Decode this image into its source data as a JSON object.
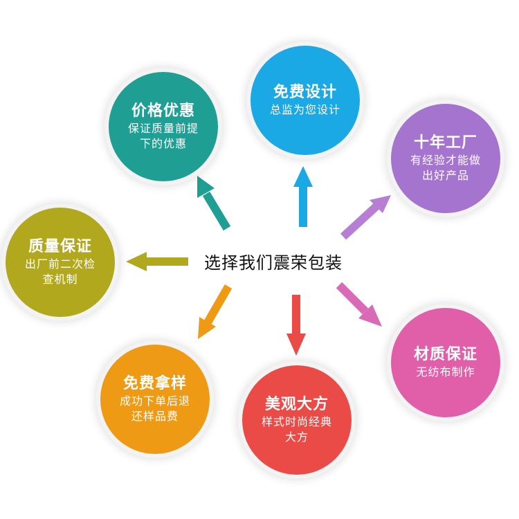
{
  "center": {
    "label": "选择我们震荣包装"
  },
  "bubbles": [
    {
      "key": "design",
      "title": "免费设计",
      "sub": "总监为您设计",
      "color": "#1ba9e6"
    },
    {
      "key": "price",
      "title": "价格优惠",
      "sub": "保证质量前提下的优惠",
      "color": "#1f9e94"
    },
    {
      "key": "factory",
      "title": "十年工厂",
      "sub": "有经验才能做出好产品",
      "color": "#a574cf"
    },
    {
      "key": "quality",
      "title": "质量保证",
      "sub": "出厂前二次检查机制",
      "color": "#b2a81d"
    },
    {
      "key": "material",
      "title": "材质保证",
      "sub": "无纺布制作",
      "color": "#e15ea9"
    },
    {
      "key": "sample",
      "title": "免费拿样",
      "sub": "成功下单后退还样品费",
      "color": "#ef9a14"
    },
    {
      "key": "style",
      "title": "美观大方",
      "sub": "样式时尚经典大方",
      "color": "#ea4b46"
    }
  ],
  "arrows": {
    "design": "#1ba9e6",
    "price": "#1f9e94",
    "factory": "#b67fd3",
    "quality": "#b2a81d",
    "material": "#d96ab5",
    "sample": "#ef9a14",
    "style": "#ea4b46"
  }
}
